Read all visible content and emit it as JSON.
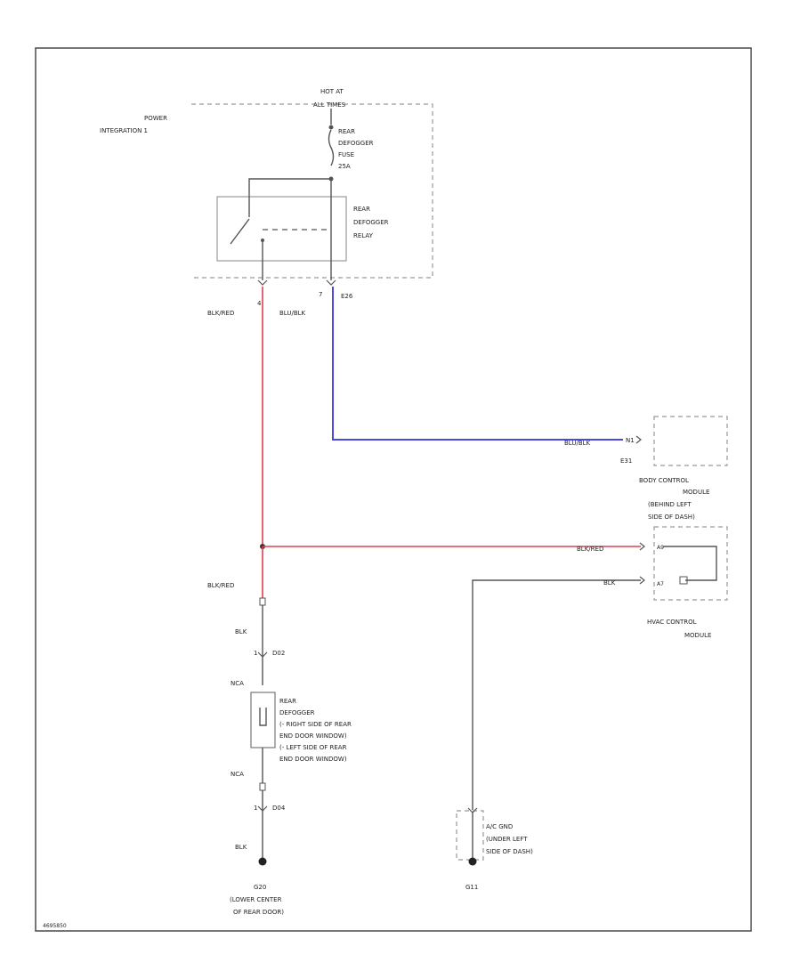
{
  "diagram": {
    "fuse_box_header": [
      "HOT AT",
      "ALL TIMES"
    ],
    "power_integration": [
      "POWER",
      "INTEGRATION 1"
    ],
    "fuse_label": [
      "REAR",
      "DEFOGGER",
      "FUSE",
      "25A"
    ],
    "relay_label": [
      "REAR",
      "DEFOGGER",
      "RELAY"
    ],
    "pin_left": "4",
    "pin_right": "7",
    "connector_e26": "E26",
    "wire_left_color": "BLK/RED",
    "wire_right_color": "BLU/BLK",
    "bcm_wire_color": "BLU/BLK",
    "bcm_pin": "N1",
    "bcm_connector": "E31",
    "bcm_label": [
      "BODY CONTROL",
      "MODULE"
    ],
    "bcm_location": [
      "(BEHIND LEFT",
      "SIDE OF DASH)"
    ],
    "hvac_wire1_color": "BLK/RED",
    "hvac_wire1_pin": "A9",
    "hvac_wire2_color": "BLK",
    "hvac_wire2_pin": "A7",
    "hvac_label": [
      "HVAC CONTROL",
      "MODULE"
    ],
    "splice_wire_color": "BLK/RED",
    "lower_wire_color": "BLK",
    "d02_pin": "1",
    "d02_connector": "D02",
    "nca_top": "NCA",
    "defogger_label": [
      "REAR",
      "DEFOGGER",
      "(- RIGHT SIDE OF REAR",
      "END DOOR WINDOW)",
      "(- LEFT SIDE OF REAR",
      "END DOOR WINDOW)"
    ],
    "nca_bottom": "NCA",
    "d04_pin": "1",
    "d04_connector": "D04",
    "bottom_wire_color": "BLK",
    "ground_g20": "G20",
    "ground_g20_location": [
      "(LOWER CENTER",
      "OF REAR DOOR)"
    ],
    "ground_g11": "G11",
    "ac_gnd_label": [
      "A/C GND",
      "(UNDER LEFT",
      "SIDE OF DASH)"
    ],
    "figure_id": "4695850"
  }
}
